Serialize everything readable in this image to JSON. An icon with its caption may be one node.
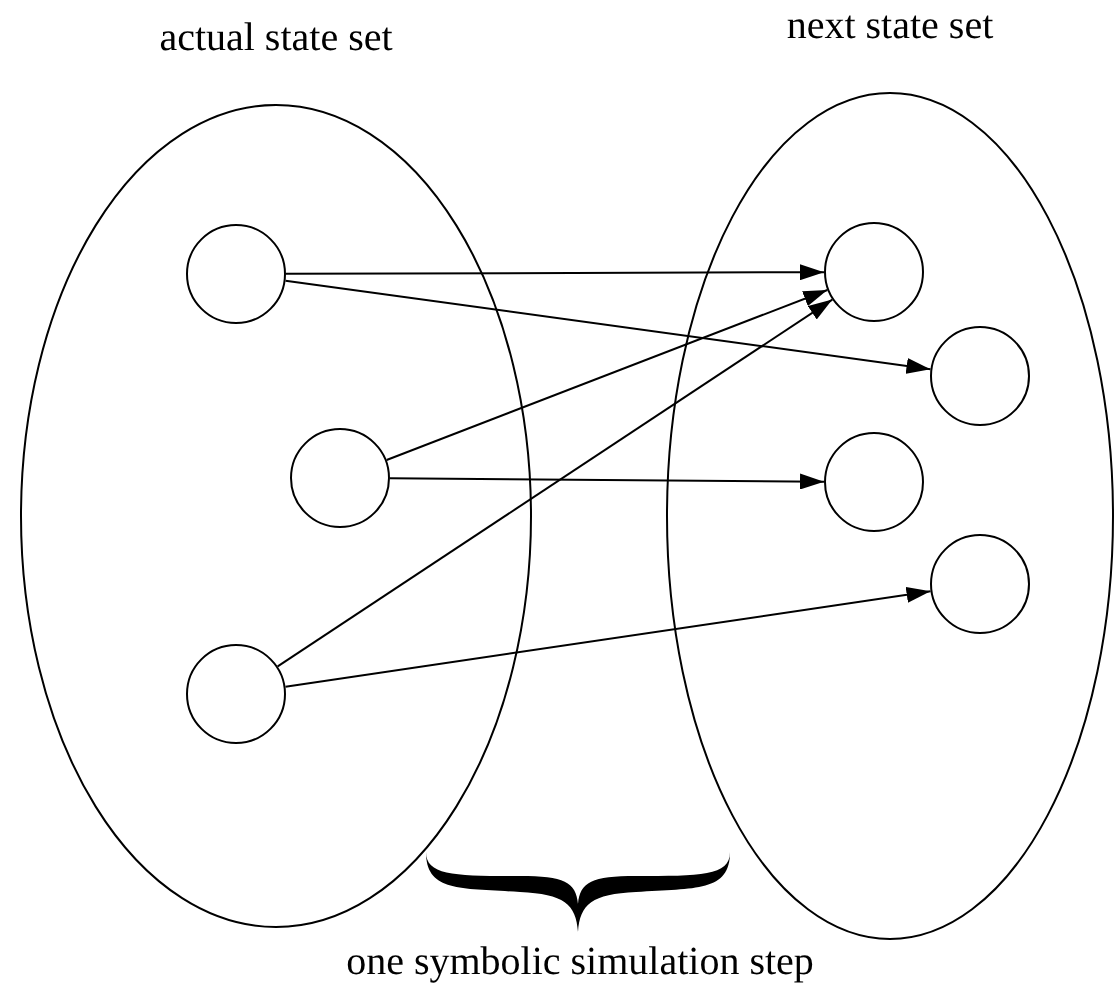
{
  "diagram": {
    "nodes": [
      {
        "text": [
          "actual state set"
        ]
      },
      {
        "text": [
          "next state set"
        ]
      },
      {
        "text": [],
        "shape": "circle",
        "in": 0
      },
      {
        "text": [],
        "shape": "circle",
        "in": 0
      },
      {
        "text": [],
        "shape": "circle",
        "in": 0
      },
      {
        "text": [],
        "shape": "circle",
        "in": 1
      },
      {
        "text": [],
        "shape": "circle",
        "in": 1
      },
      {
        "text": [],
        "shape": "circle",
        "in": 1
      },
      {
        "text": [],
        "shape": "circle",
        "in": 1
      }
    ],
    "edges": [
      {
        "from": 2,
        "to": 5,
        "arrow": "to"
      },
      {
        "from": 2,
        "to": 6,
        "arrow": "to"
      },
      {
        "from": 3,
        "to": 5,
        "arrow": "to"
      },
      {
        "from": 3,
        "to": 7,
        "arrow": "to"
      },
      {
        "from": 4,
        "to": 5,
        "arrow": "to"
      },
      {
        "from": 4,
        "to": 8,
        "arrow": "to"
      }
    ],
    "labels": [
      "one symbolic simulation step"
    ]
  }
}
